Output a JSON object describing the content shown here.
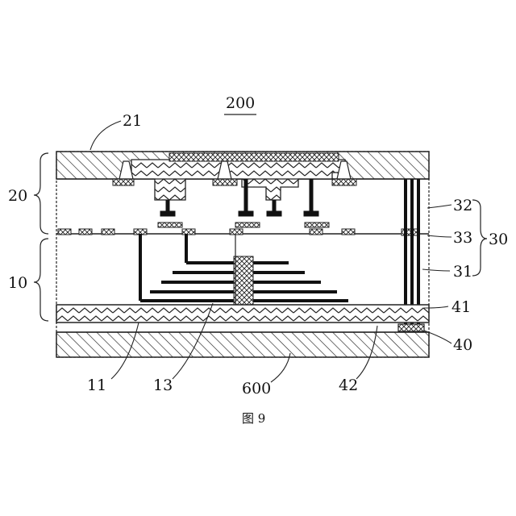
{
  "labels": {
    "device": "200",
    "top_layer": "21",
    "upper_assembly": "20",
    "lower_assembly": "10",
    "via_upper": "32",
    "via_middle": "33",
    "via_group": "30",
    "via_lower": "31",
    "pad_upper": "41",
    "pad_bottom": "40",
    "base_layer": "11",
    "trace_stack": "13",
    "substrate": "600",
    "mid_layer": "42"
  },
  "caption": "图 9"
}
